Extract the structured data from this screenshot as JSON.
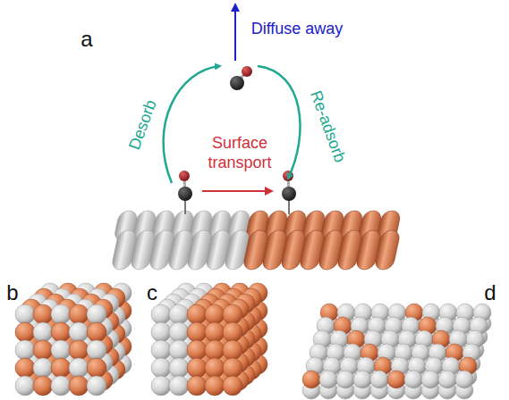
{
  "diagram": {
    "labels": [
      "a",
      "Diffuse away",
      "Desorb",
      "Surface transport",
      "Re-adsorb",
      "b",
      "c",
      "d"
    ]
  }
}
